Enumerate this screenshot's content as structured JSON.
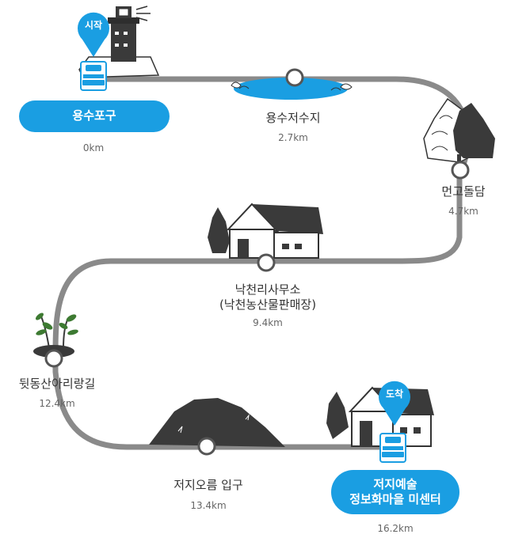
{
  "start_badge": "시작",
  "end_badge": "도착",
  "accent_color": "#1a9ee2",
  "stations": [
    {
      "name": "용수포구",
      "distance": "0km"
    },
    {
      "name": "용수저수지",
      "distance": "2.7km"
    },
    {
      "name": "먼고돌담",
      "distance": "4.7km"
    },
    {
      "name": "낙천리사무소",
      "sub": "(낙천농산물판매장)",
      "distance": "9.4km"
    },
    {
      "name": "뒷동산아리랑길",
      "distance": "12.4km"
    },
    {
      "name": "저지오름 입구",
      "distance": "13.4km"
    },
    {
      "name": "저지예술",
      "sub": "정보화마을 미센터",
      "distance": "16.2km"
    }
  ],
  "icons": [
    "lighthouse-icon",
    "reservoir-icon",
    "trees-icon",
    "house-icon",
    "sprout-icon",
    "oreum-icon",
    "stamp-icon",
    "pin-icon"
  ]
}
